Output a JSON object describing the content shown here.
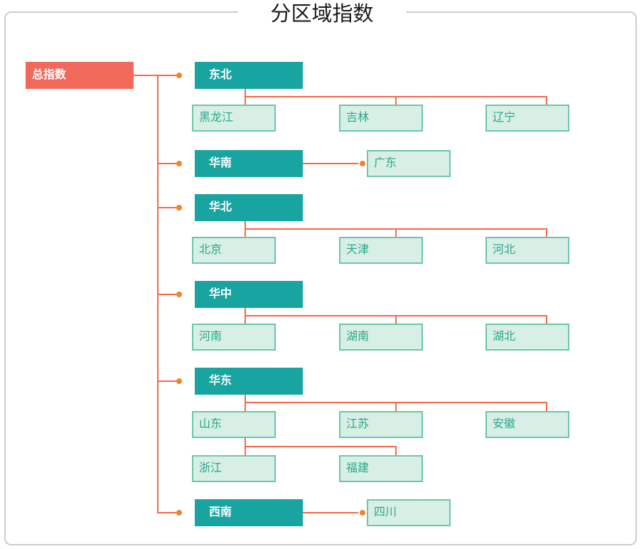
{
  "title": "分区域指数",
  "root": {
    "label": "总指数"
  },
  "regions": [
    {
      "label": "东北",
      "provinces": [
        "黑龙江",
        "吉林",
        "辽宁"
      ]
    },
    {
      "label": "华南",
      "provinces": [
        "广东"
      ]
    },
    {
      "label": "华北",
      "provinces": [
        "北京",
        "天津",
        "河北"
      ]
    },
    {
      "label": "华中",
      "provinces": [
        "河南",
        "湖南",
        "湖北"
      ]
    },
    {
      "label": "华东",
      "provinces": [
        "山东",
        "江苏",
        "安徽",
        "浙江",
        "福建"
      ]
    },
    {
      "label": "西南",
      "provinces": [
        "四川"
      ]
    }
  ],
  "colors": {
    "root_bg": "#f0695a",
    "region_bg": "#18a4a0",
    "province_bg": "#d8efe5",
    "province_border": "#6cc7a8",
    "province_text": "#2aa78d",
    "line": "#f5684c",
    "dot": "#f08426",
    "panel_border": "#cdcdcd",
    "title_text": "#1a1a1a"
  }
}
